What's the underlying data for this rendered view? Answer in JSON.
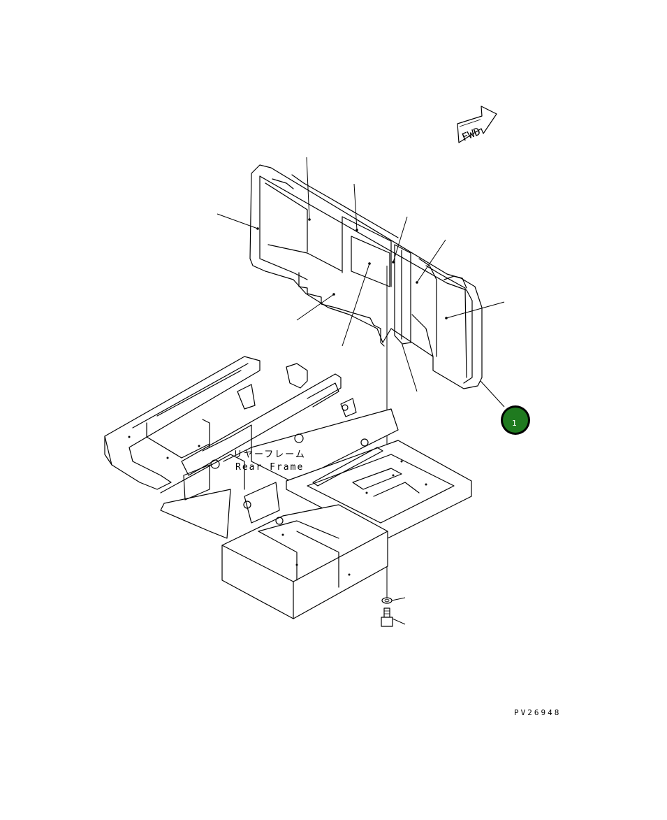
{
  "fwd_label": "FWD",
  "rear_frame_jp": "リヤーフレーム",
  "rear_frame_en": "Rear Frame",
  "callout": {
    "number": "1",
    "color": "#1f7a1f"
  },
  "drawing_code": "PV26948"
}
